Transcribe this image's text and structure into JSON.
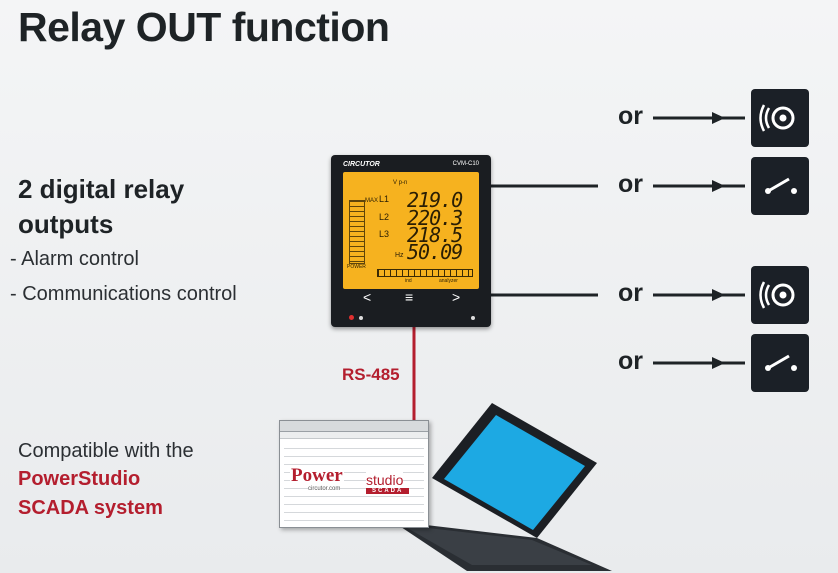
{
  "title": "Relay OUT function",
  "relay": {
    "heading": "2 digital relay outputs",
    "bullets": [
      "- Alarm control",
      "- Communications control"
    ]
  },
  "device": {
    "brand": "CIRCUTOR",
    "model": "CVM-C10",
    "lines": [
      {
        "label": "L1",
        "value": "219.0"
      },
      {
        "label": "L2",
        "value": "220.3"
      },
      {
        "label": "L3",
        "value": "218.5"
      }
    ],
    "freq": {
      "label": "Hz",
      "value": "50.09"
    },
    "unit_label": "V p-n",
    "max_label": "MAX",
    "power_label": "POWER",
    "bar_labels": [
      "ind",
      "analyzer"
    ],
    "buttons": [
      "<",
      "≡",
      ">"
    ]
  },
  "connection": {
    "label": "RS-485"
  },
  "outputs": [
    {
      "or": "or",
      "icon": "alarm-siren"
    },
    {
      "or": "or",
      "icon": "switch"
    },
    {
      "or": "or",
      "icon": "alarm-siren"
    },
    {
      "or": "or",
      "icon": "switch"
    }
  ],
  "compat": {
    "line1": "Compatible with the",
    "line2": "PowerStudio",
    "line3": "SCADA system"
  },
  "software": {
    "logo_power": "Power",
    "logo_studio": "studio",
    "logo_sub": "circutor.com",
    "logo_scada": "SCADA"
  },
  "colors": {
    "accent_red": "#b41e2e",
    "lcd": "#f6b21f",
    "dark": "#1b2027"
  }
}
